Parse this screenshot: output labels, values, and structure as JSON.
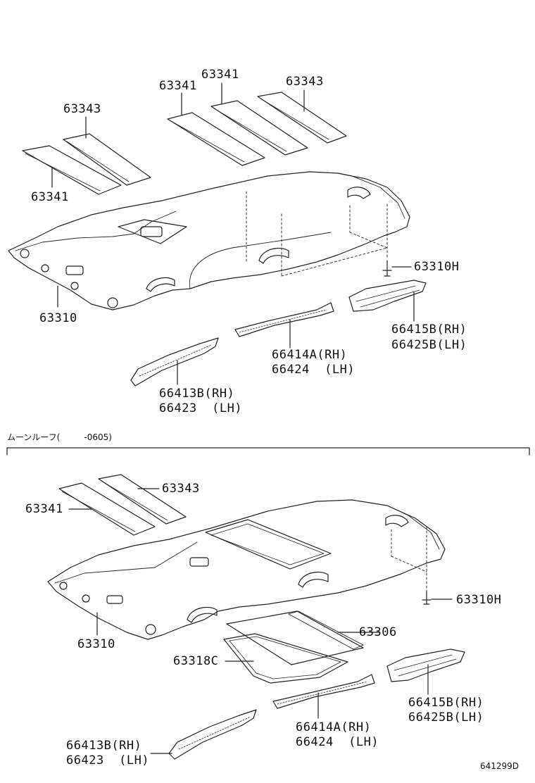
{
  "section_title": {
    "label": "ムーンルーフ(",
    "range": "-0605)"
  },
  "diagram_code": "641299D",
  "upper": {
    "labels": {
      "p63341_top": "63341",
      "p63343_top_right": "63343",
      "p63341_mid": "63341",
      "p63343_left": "63343",
      "p63341_left": "63341",
      "p63310": "63310",
      "p63310h": "63310H",
      "p66415b": "66415B(RH)",
      "p66425b": "66425B(LH)",
      "p66414a": "66414A(RH)",
      "p66424": "66424  (LH)",
      "p66413b": "66413B(RH)",
      "p66423": "66423  (LH)"
    }
  },
  "lower": {
    "labels": {
      "p63343": "63343",
      "p63341": "63341",
      "p63310h": "63310H",
      "p63310": "63310",
      "p63306": "63306",
      "p63318c": "63318C",
      "p66415b": "66415B(RH)",
      "p66425b": "66425B(LH)",
      "p66414a": "66414A(RH)",
      "p66424": "66424  (LH)",
      "p66413b": "66413B(RH)",
      "p66423": "66423  (LH)"
    }
  }
}
